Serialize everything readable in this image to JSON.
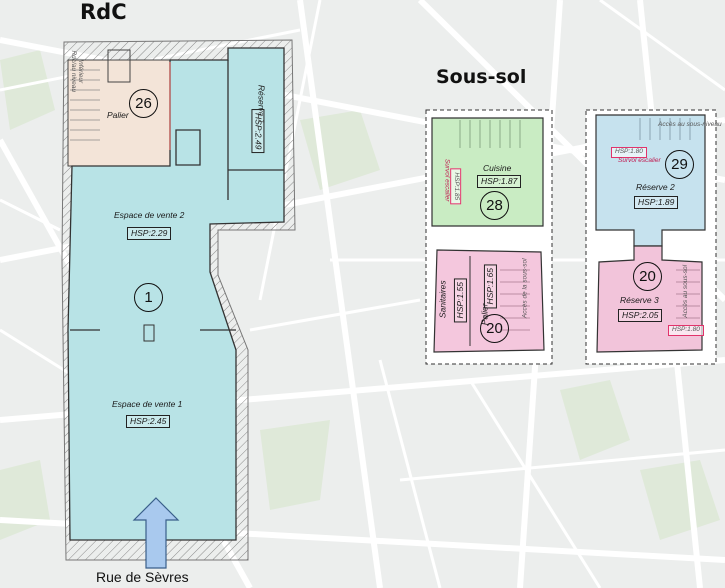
{
  "titles": {
    "rdc": "RdC",
    "sous_sol": "Sous-sol"
  },
  "street": "Rue de Sèvres",
  "rdc": {
    "rooms": [
      {
        "number": "26",
        "label": "Palier"
      },
      {
        "number": "1",
        "label": "Espace de vente 2",
        "hsp": "HSP:2.29"
      },
      {
        "label": "Espace de vente 1",
        "hsp": "HSP:2.45"
      },
      {
        "label": "Réserve 1",
        "hsp": "HSP:2.49"
      }
    ],
    "notes": {
      "stair": "Rdc/au niveau",
      "stair2": "Inférieur"
    }
  },
  "sous_sol": {
    "left": {
      "cuisine": {
        "label": "Cuisine",
        "hsp": "HSP:1.87",
        "number": "28",
        "survol": "Survol escalier",
        "hsp_pink": "HSP:1.85"
      },
      "bottom": {
        "number": "20",
        "sanitaires": "Sanitaires",
        "hsp_sanitaires": "HSP:1.55",
        "palier": "Palier",
        "hsp_palier": "HSP:1.65",
        "note": "Accès de la sous-sol"
      }
    },
    "right": {
      "top": {
        "number": "29",
        "label": "Réserve 2",
        "hsp": "HSP:1.89",
        "survol": "Survol escalier",
        "hsp_pink": "HSP:1.80",
        "note": "Accès au sous-niveau"
      },
      "bottom": {
        "number": "20",
        "label": "Réserve 3",
        "hsp": "HSP:2.05",
        "hsp_pink": "HSP:1.80",
        "note": "Accès au sous-sol"
      }
    }
  },
  "colors": {
    "shop": "#b8e3e6",
    "palier": "#f3e4d8",
    "kitchen": "#c9ecc3",
    "sanitary": "#f4c7dd",
    "storage": "#c6e2ee",
    "storage3": "#f2c4da",
    "arrow": "#a9c9ee",
    "accent_pink": "#e2336b"
  }
}
